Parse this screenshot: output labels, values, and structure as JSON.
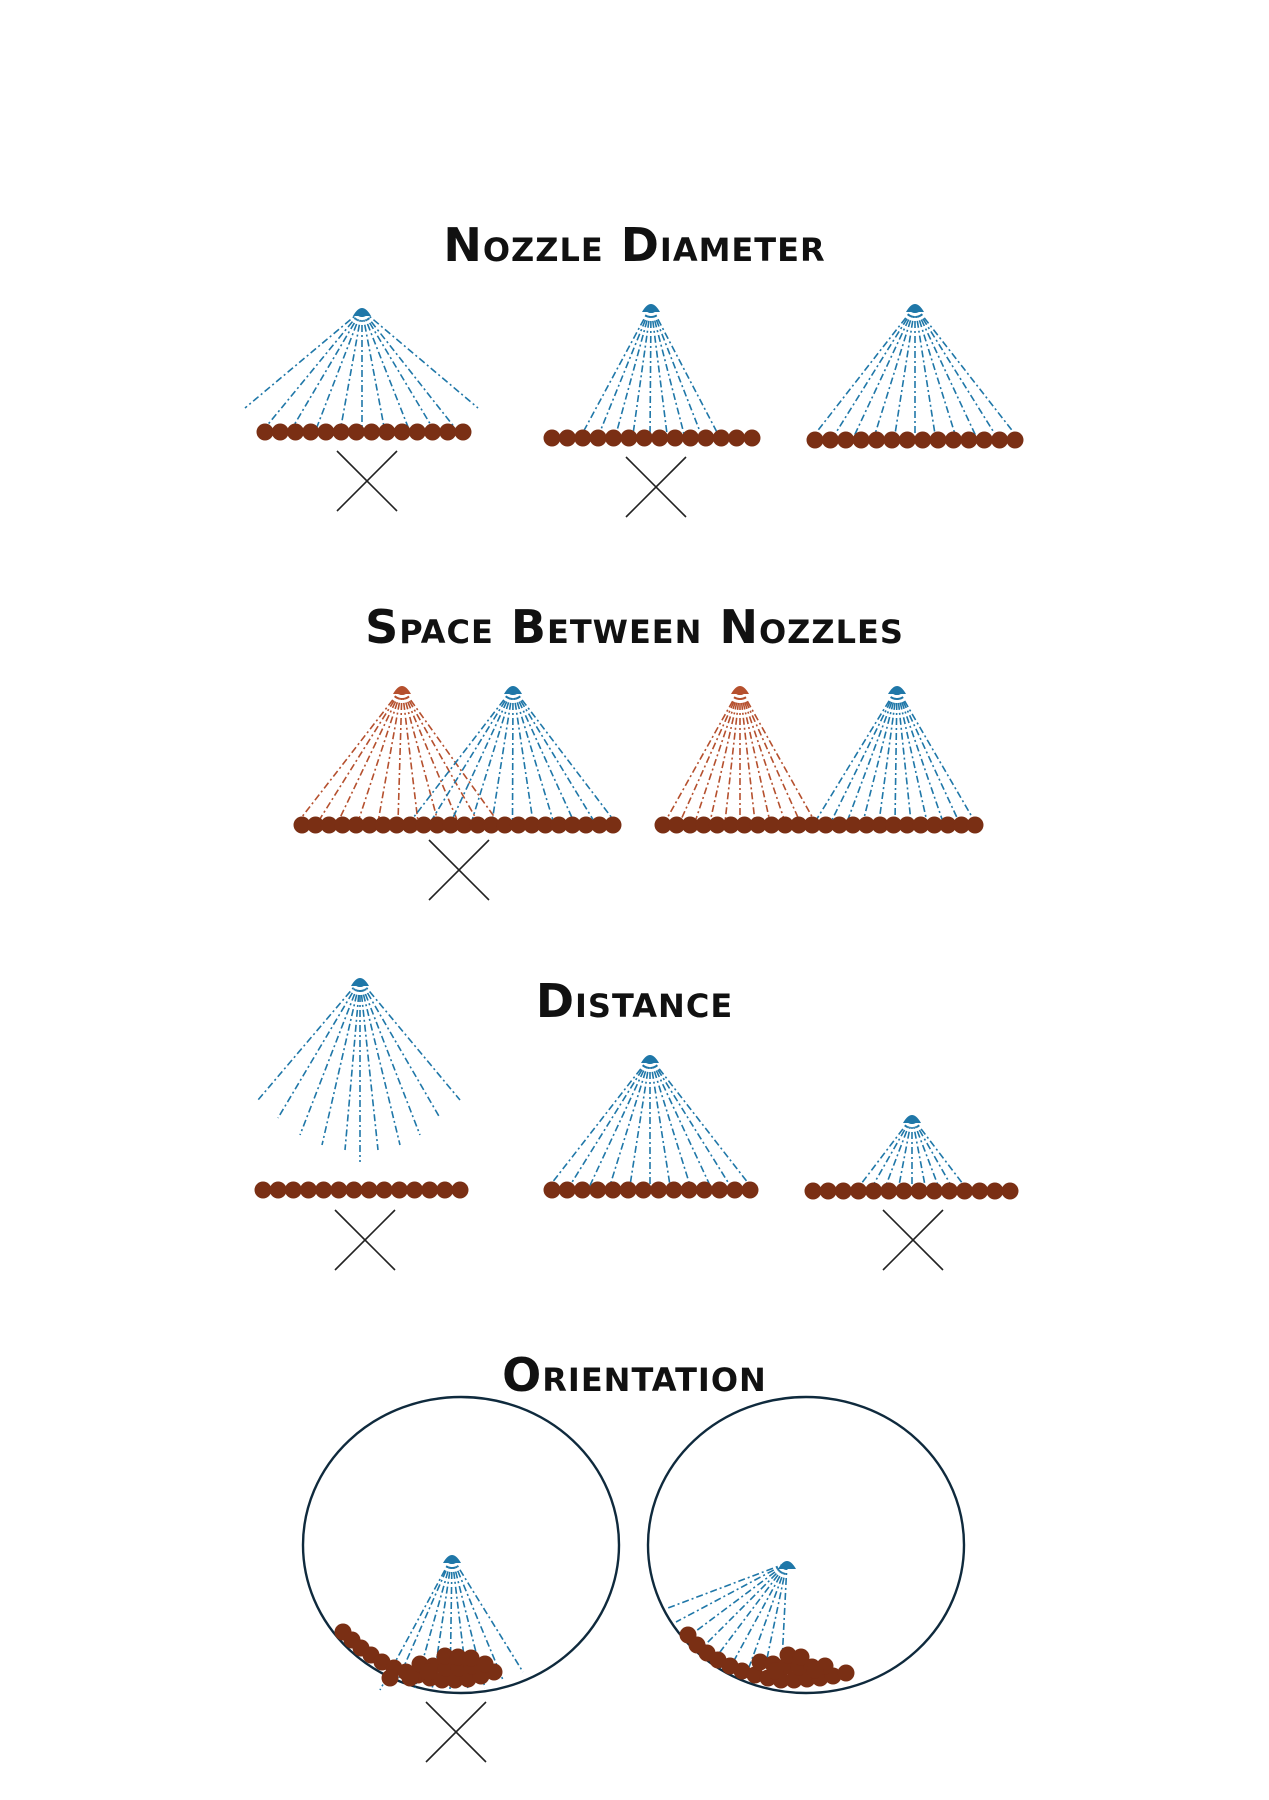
{
  "sections": [
    {
      "title": "Nozzle Diameter"
    },
    {
      "title": "Space Between Nozzles"
    },
    {
      "title": "Distance"
    },
    {
      "title": "Orientation"
    }
  ],
  "colors": {
    "spray_primary": "#1f77a8",
    "spray_secondary": "#b5502e",
    "particle": "#7a2f14",
    "cross": "#222222",
    "drum_outline": "#0f2a3d"
  }
}
